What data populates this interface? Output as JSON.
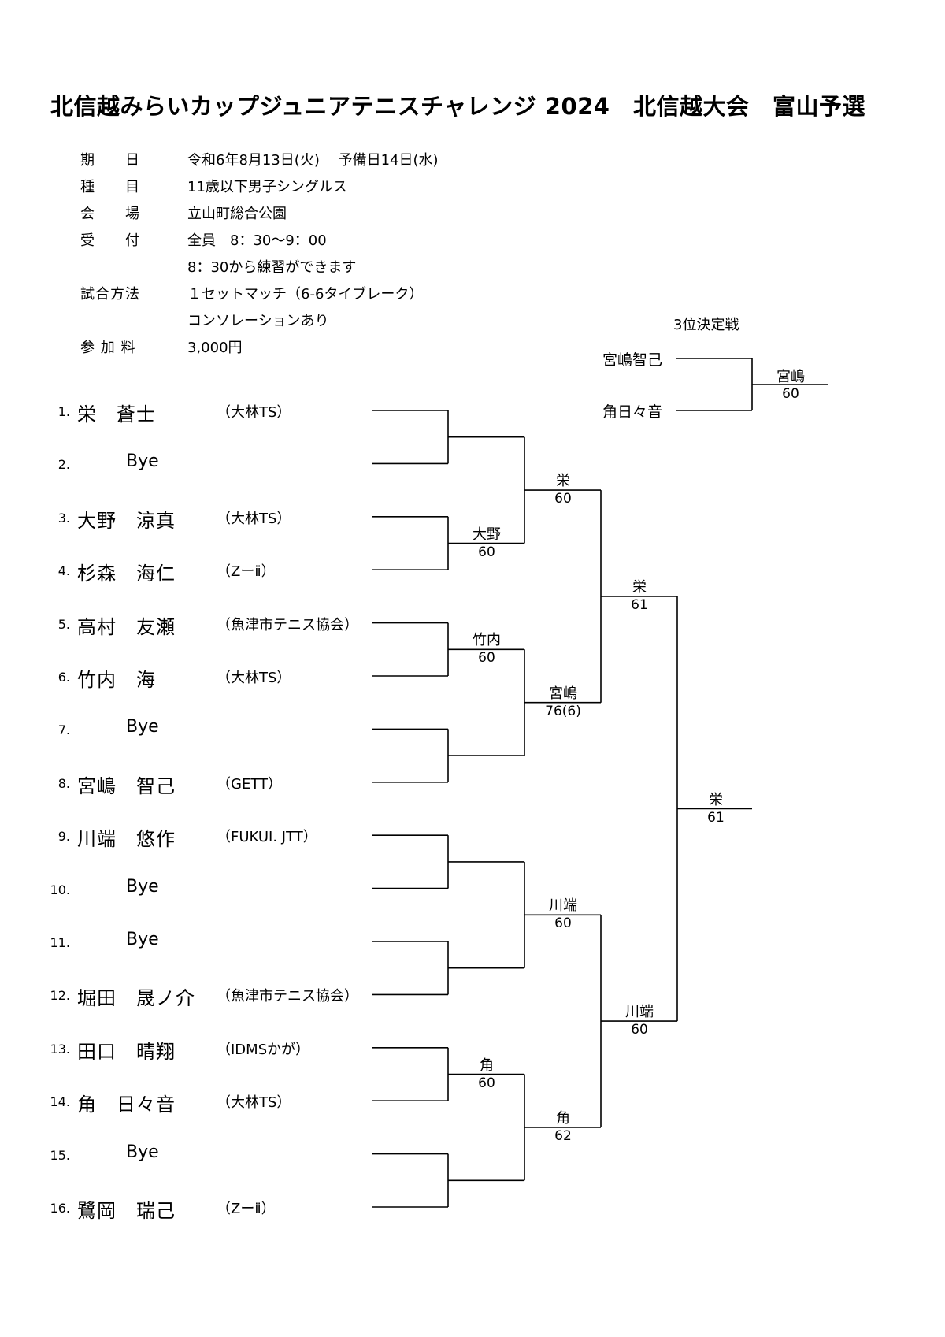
{
  "title": "北信越みらいカップジュニアテニスチャレンジ 2024　北信越大会　富山予選",
  "info": [
    {
      "label": "期　　日",
      "value": "令和6年8月13日(火)　 予備日14日(水)"
    },
    {
      "label": "種　　目",
      "value": "11歳以下男子シングルス"
    },
    {
      "label": "会　　場",
      "value": "立山町総合公園"
    },
    {
      "label": "受　　付",
      "value": "全員　8：30～9：00"
    },
    {
      "label": "",
      "value": "8：30から練習ができます"
    },
    {
      "label": "試合方法",
      "value": "１セットマッチ（6-6タイブレーク）"
    },
    {
      "label": "",
      "value": "コンソレーションあり"
    },
    {
      "label": "参 加 料",
      "value": "3,000円"
    }
  ],
  "players": [
    {
      "num": "1.",
      "name": "栄　蒼士",
      "club": "（大林TS）"
    },
    {
      "num": "2.",
      "name": "Bye",
      "club": ""
    },
    {
      "num": "3.",
      "name": "大野　涼真",
      "club": "（大林TS）"
    },
    {
      "num": "4.",
      "name": "杉森　海仁",
      "club": "（Zーⅱ）"
    },
    {
      "num": "5.",
      "name": "高村　友瀬",
      "club": "（魚津市テニス協会）"
    },
    {
      "num": "6.",
      "name": "竹内　海",
      "club": "（大林TS）"
    },
    {
      "num": "7.",
      "name": "Bye",
      "club": ""
    },
    {
      "num": "8.",
      "name": "宮嶋　智己",
      "club": "（GETT）"
    },
    {
      "num": "9.",
      "name": "川端　悠作",
      "club": "（FUKUI. JTT）"
    },
    {
      "num": "10.",
      "name": "Bye",
      "club": ""
    },
    {
      "num": "11.",
      "name": "Bye",
      "club": ""
    },
    {
      "num": "12.",
      "name": "堀田　晟ノ介",
      "club": "（魚津市テニス協会）"
    },
    {
      "num": "13.",
      "name": "田口　晴翔",
      "club": "（IDMSかが）"
    },
    {
      "num": "14.",
      "name": "角　日々音",
      "club": "（大林TS）"
    },
    {
      "num": "15.",
      "name": "Bye",
      "club": ""
    },
    {
      "num": "16.",
      "name": "鷺岡　瑞己",
      "club": "（Zーⅱ）"
    }
  ],
  "round1": [
    {
      "winner": "",
      "score": ""
    },
    {
      "winner": "大野",
      "score": "60"
    },
    {
      "winner": "竹内",
      "score": "60"
    },
    {
      "winner": "",
      "score": ""
    },
    {
      "winner": "",
      "score": ""
    },
    {
      "winner": "",
      "score": ""
    },
    {
      "winner": "角",
      "score": "60"
    },
    {
      "winner": "",
      "score": ""
    }
  ],
  "round2": [
    {
      "winner": "栄",
      "score": "60"
    },
    {
      "winner": "宮嶋",
      "score": "76(6)"
    },
    {
      "winner": "川端",
      "score": "60"
    },
    {
      "winner": "角",
      "score": "62"
    }
  ],
  "semifinal": [
    {
      "winner": "栄",
      "score": "61"
    },
    {
      "winner": "川端",
      "score": "60"
    }
  ],
  "final": {
    "winner": "栄",
    "score": "61"
  },
  "third_place": {
    "label": "3位決定戦",
    "player1": "宮嶋智己",
    "player2": "角日々音",
    "winner": "宮嶋",
    "score": "60"
  }
}
